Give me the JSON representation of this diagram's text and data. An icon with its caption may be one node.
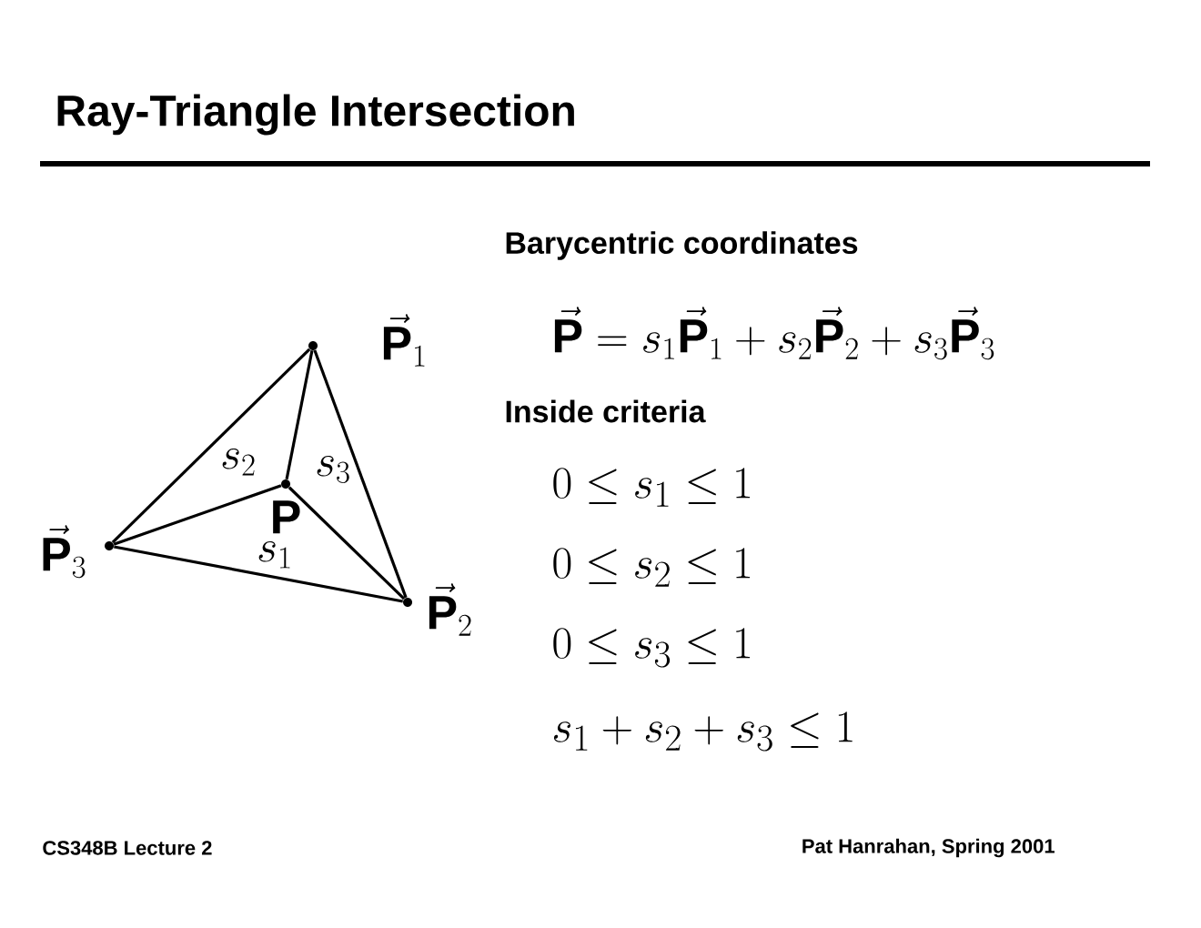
{
  "diagram": {
    "title": "Ray-Triangle Intersection",
    "nodes": [
      {
        "text": [],
        "shape": "circle",
        "beside": [
          "\\vec{\\mathbf{P}}_1"
        ]
      },
      {
        "text": [],
        "shape": "circle",
        "beside": [
          "\\vec{\\mathbf{P}}_2"
        ]
      },
      {
        "text": [],
        "shape": "circle",
        "beside": [
          "\\vec{\\mathbf{P}}_3"
        ]
      },
      {
        "text": [],
        "shape": "circle",
        "beside": [
          "\\mathbf{P}"
        ]
      }
    ],
    "edges": [
      {
        "from": 0,
        "to": 1,
        "arrow": "none"
      },
      {
        "from": 1,
        "to": 2,
        "arrow": "none"
      },
      {
        "from": 2,
        "to": 0,
        "arrow": "none"
      },
      {
        "from": 3,
        "to": 0,
        "arrow": "none"
      },
      {
        "from": 3,
        "to": 1,
        "arrow": "none"
      },
      {
        "from": 3,
        "to": 2,
        "arrow": "none"
      }
    ],
    "labels": [
      "s_2",
      "s_3",
      "s_1",
      "Barycentric coordinates",
      "\\vec{\\mathbf{P}} = s_1\\vec{\\mathbf{P}}_1 + s_2\\vec{\\mathbf{P}}_2 + s_3\\vec{\\mathbf{P}}_3",
      "Inside criteria",
      "0 \\le s_1 \\le 1",
      "0 \\le s_2 \\le 1",
      "0 \\le s_3 \\le 1",
      "s_1 + s_2 + s_3 \\le 1",
      "CS348B Lecture 2",
      "Pat Hanrahan, Spring 2001"
    ]
  }
}
